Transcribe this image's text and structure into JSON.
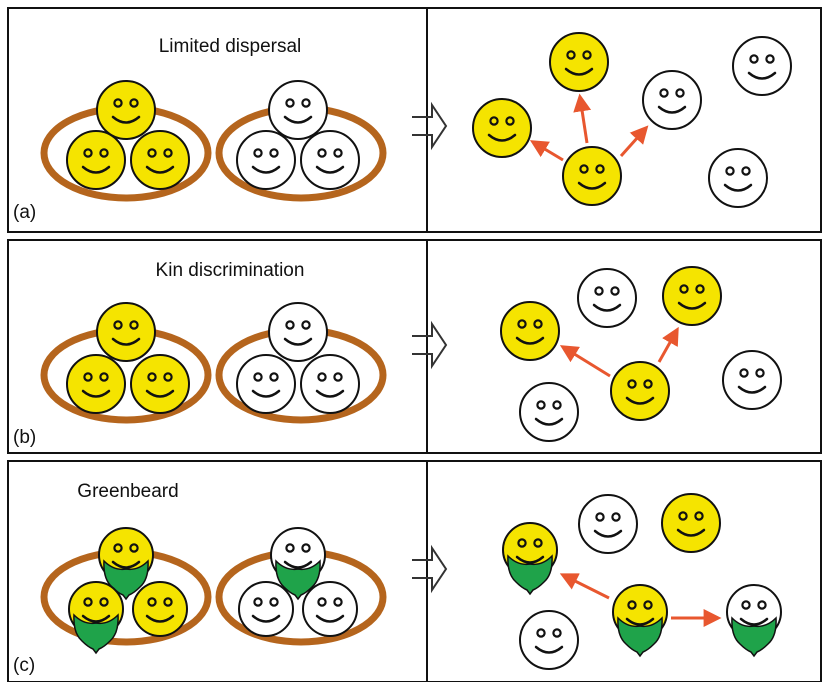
{
  "colors": {
    "yellow_face": "#f5e400",
    "white_face": "#ffffff",
    "outline": "#111111",
    "nest_ring": "#b5651d",
    "arrow": "#e8572f",
    "beard": "#1fa34a"
  },
  "panels": [
    {
      "title": "Limited dispersal",
      "letter": "(a)",
      "left_group": {
        "yellow_nest": [
          "face",
          "face",
          "face"
        ],
        "white_nest": [
          "face",
          "face",
          "face"
        ],
        "beards": "none"
      },
      "right_group": {
        "dispersal_source": "yellow face",
        "arrows_to": [
          "yellow face",
          "yellow face",
          "white face"
        ],
        "other_faces": [
          "white face",
          "white face"
        ]
      }
    },
    {
      "title": "Kin discrimination",
      "letter": "(b)",
      "left_group": {
        "yellow_nest": [
          "face",
          "face",
          "face"
        ],
        "white_nest": [
          "face",
          "face",
          "face"
        ],
        "beards": "none"
      },
      "right_group": {
        "dispersal_source": "yellow face",
        "arrows_to": [
          "yellow face",
          "yellow face"
        ],
        "other_faces": [
          "white face",
          "white face",
          "white face"
        ]
      }
    },
    {
      "title": "Greenbeard",
      "letter": "(c)",
      "left_group": {
        "yellow_nest": [
          "bearded face",
          "bearded face",
          "face"
        ],
        "white_nest": [
          "bearded face",
          "face",
          "face"
        ],
        "beards": "green"
      },
      "right_group": {
        "dispersal_source": "bearded yellow face",
        "arrows_to": [
          "bearded yellow face",
          "bearded white face"
        ],
        "other_faces": [
          "white face",
          "yellow face",
          "white face"
        ]
      }
    }
  ]
}
